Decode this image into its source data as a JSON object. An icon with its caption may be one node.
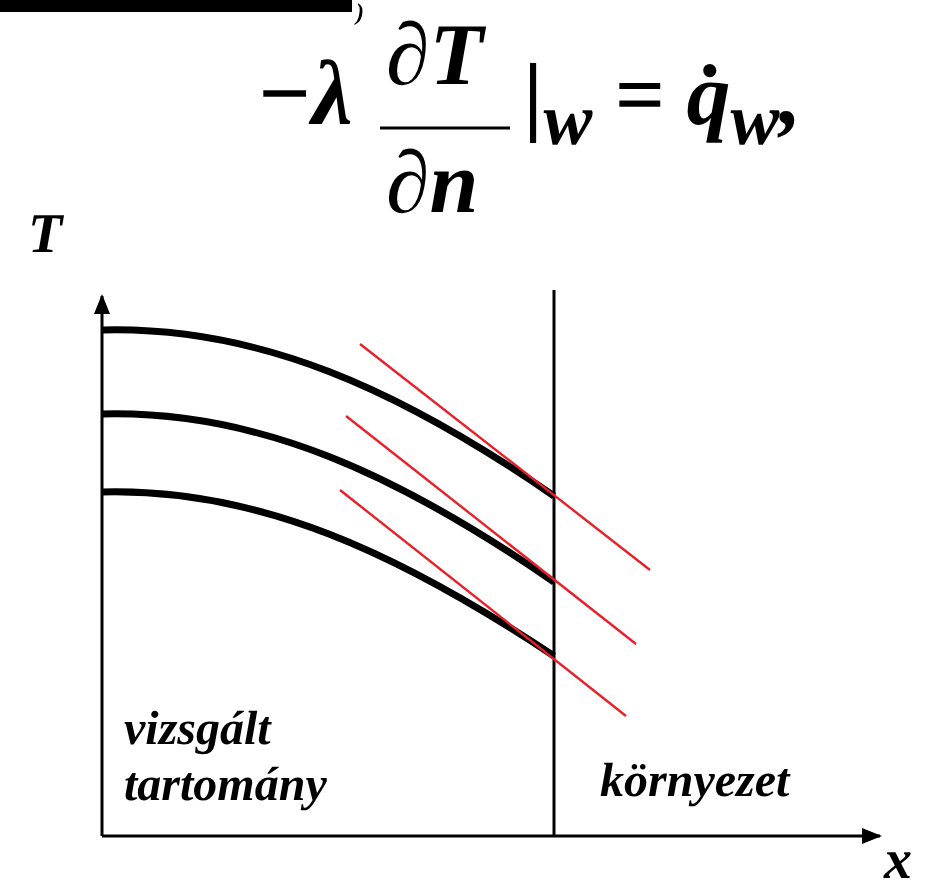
{
  "diagram": {
    "labels": [
      ")",
      "−λ",
      "∂T",
      "∂n",
      "|$_{w}$ = q̇$_{w}$,",
      "T",
      "x",
      "vizsgált tartomány",
      "környezet"
    ]
  }
}
